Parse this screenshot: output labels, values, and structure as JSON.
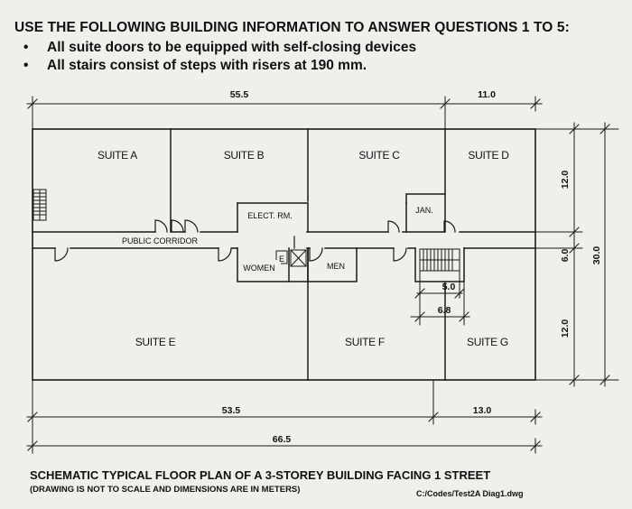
{
  "header": {
    "title": "USE THE FOLLOWING BUILDING INFORMATION TO ANSWER QUESTIONS 1 TO 5:",
    "bullet_glyph": "•",
    "bullets": [
      "All suite doors to be equipped with self-closing devices",
      "All stairs consist of steps with risers at 190 mm."
    ]
  },
  "plan": {
    "rooms": {
      "suite_a": "SUITE A",
      "suite_b": "SUITE B",
      "suite_c": "SUITE C",
      "suite_d": "SUITE D",
      "suite_e": "SUITE E",
      "suite_f": "SUITE F",
      "suite_g": "SUITE G",
      "elect_rm": "ELECT. RM.",
      "jan": "JAN.",
      "women": "WOMEN",
      "men": "MEN",
      "e_glyph": "E",
      "corridor": "PUBLIC CORRIDOR"
    },
    "dimensions": {
      "top_left": "55.5",
      "top_right": "11.0",
      "bottom_left": "53.5",
      "bottom_right": "13.0",
      "overall": "66.5",
      "stair_width": "5.0",
      "stair_length": "6.8",
      "right_top": "12.0",
      "right_mid": "6.0",
      "right_bottom": "12.0",
      "right_total": "30.0"
    }
  },
  "caption": {
    "title": "SCHEMATIC TYPICAL FLOOR PLAN OF A 3-STOREY BUILDING FACING 1 STREET",
    "note": "(DRAWING IS NOT TO SCALE AND DIMENSIONS ARE IN METERS)",
    "file": "C:/Codes/Test2A Diag1.dwg"
  }
}
